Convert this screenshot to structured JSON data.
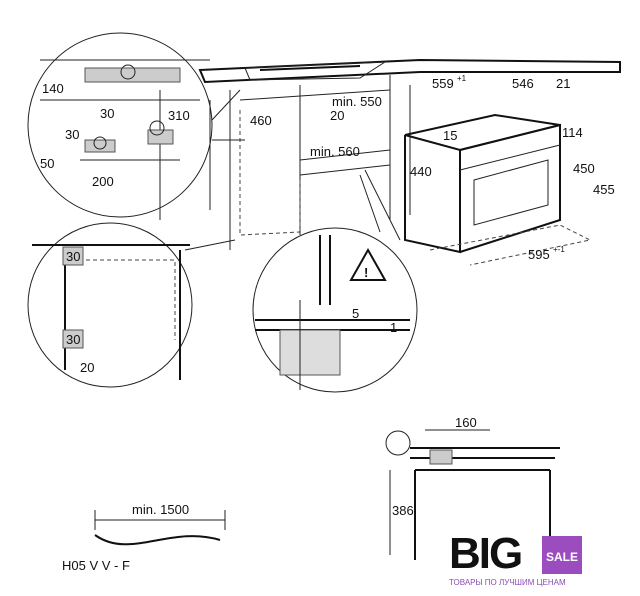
{
  "top_left_detail": {
    "d140": "140",
    "d310": "310",
    "d30a": "30",
    "d30b": "30",
    "d50": "50",
    "d200": "200"
  },
  "cabinet": {
    "d460": "460",
    "min550": "min. 550",
    "d20": "20",
    "min560": "min. 560"
  },
  "oven": {
    "d559": "559",
    "d559_tol": "+1",
    "d546": "546",
    "d21": "21",
    "d15": "15",
    "d114": "114",
    "d440": "440",
    "d450": "450",
    "d455": "455",
    "d595": "595",
    "d595_tol": "+-1"
  },
  "left_detail": {
    "d30a": "30",
    "d30b": "30",
    "d20": "20"
  },
  "right_detail": {
    "d5": "5",
    "d1": "1"
  },
  "bottom_right": {
    "d160": "160",
    "d386": "386"
  },
  "cable": {
    "length": "min. 1500",
    "type": "H05 V V - F"
  },
  "logo": {
    "big": "BIG",
    "sale": "SALE",
    "tagline": "ТОВАРЫ ПО ЛУЧШИМ ЦЕНАМ"
  },
  "colors": {
    "logo_purple": "#9b4dc0"
  }
}
